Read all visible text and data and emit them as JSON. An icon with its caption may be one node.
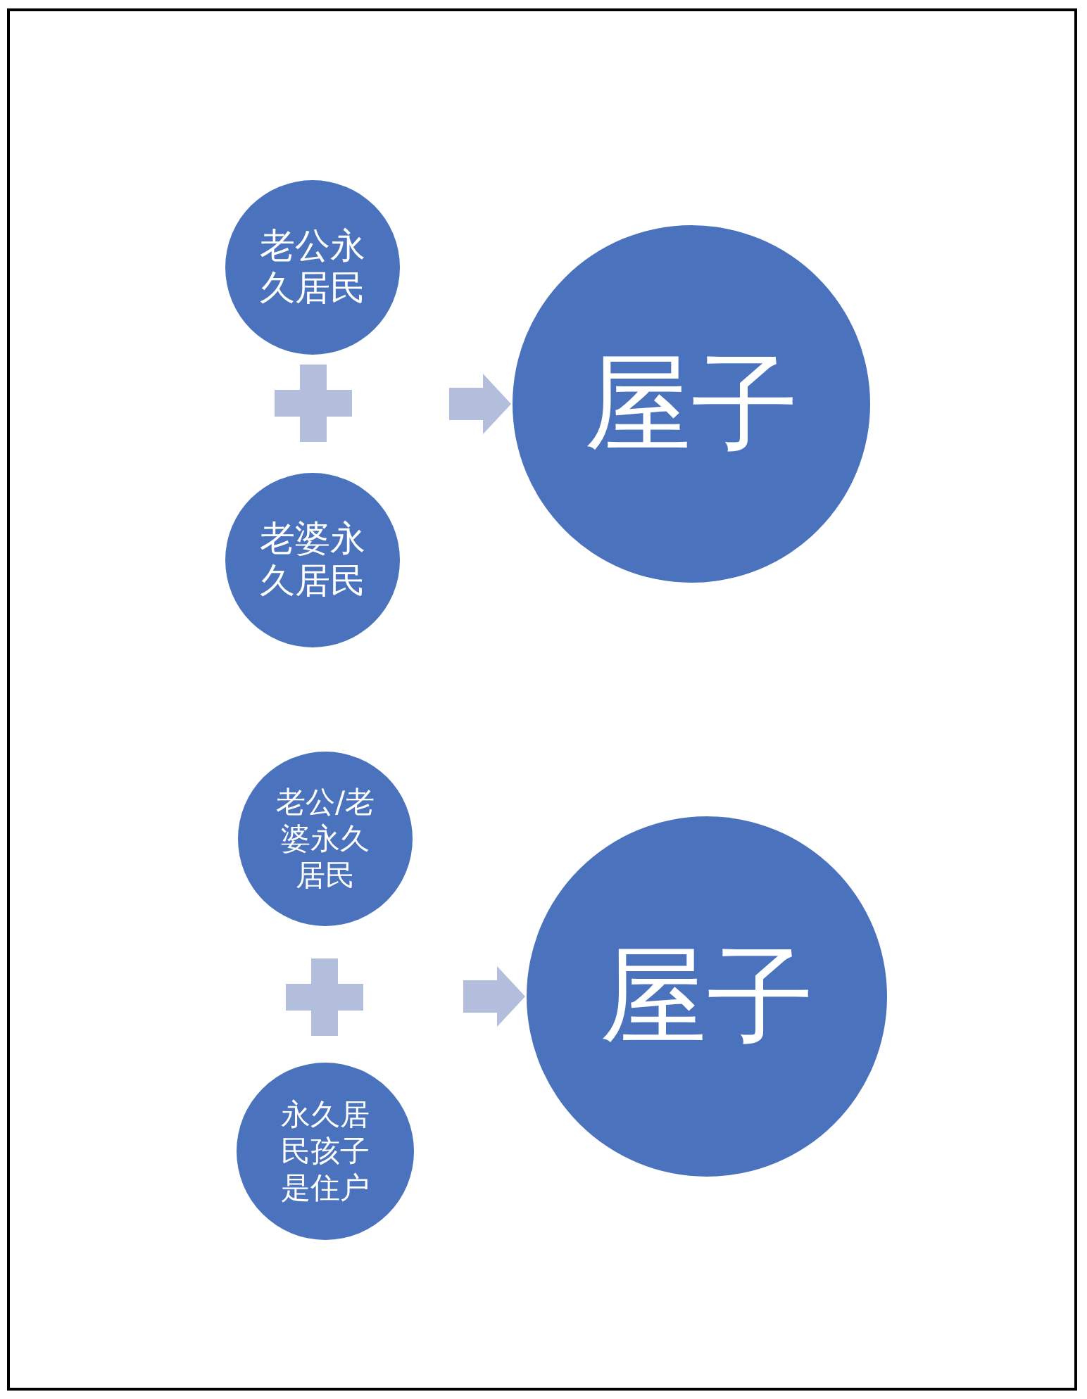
{
  "diagram": {
    "nodes": [
      {
        "text": [
          "老公永久居民"
        ]
      },
      {
        "text": [],
        "shape": "plus"
      },
      {
        "text": [
          "老婆永久居民"
        ]
      },
      {
        "text": [
          "屋子"
        ]
      },
      {
        "text": [
          "老公/老婆永久居民"
        ]
      },
      {
        "text": [],
        "shape": "plus"
      },
      {
        "text": [
          "永久居民孩子是住户"
        ]
      },
      {
        "text": [
          "屋子"
        ]
      }
    ],
    "edges": [
      {
        "from": null,
        "to": 3,
        "arrow": "to"
      },
      {
        "from": null,
        "to": 7,
        "arrow": "to"
      }
    ]
  }
}
